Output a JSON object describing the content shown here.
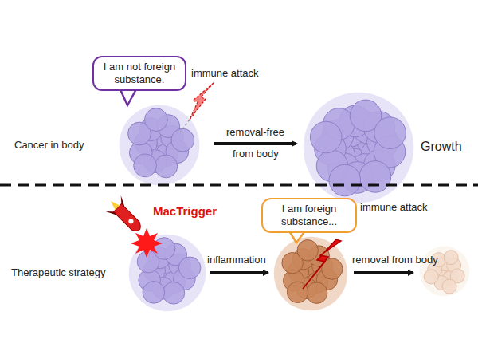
{
  "diagram": {
    "nodes": [
      {
        "text": [
          "I am not foreign substance."
        ]
      },
      {
        "text": [
          "I am foreign substance..."
        ]
      }
    ],
    "labels": [
      "Cancer in body",
      "immune attack",
      "removal-free",
      "from body",
      "Growth",
      "Therapeutic strategy",
      "MacTrigger",
      "inflammation",
      "immune attack",
      "removal from body"
    ]
  }
}
